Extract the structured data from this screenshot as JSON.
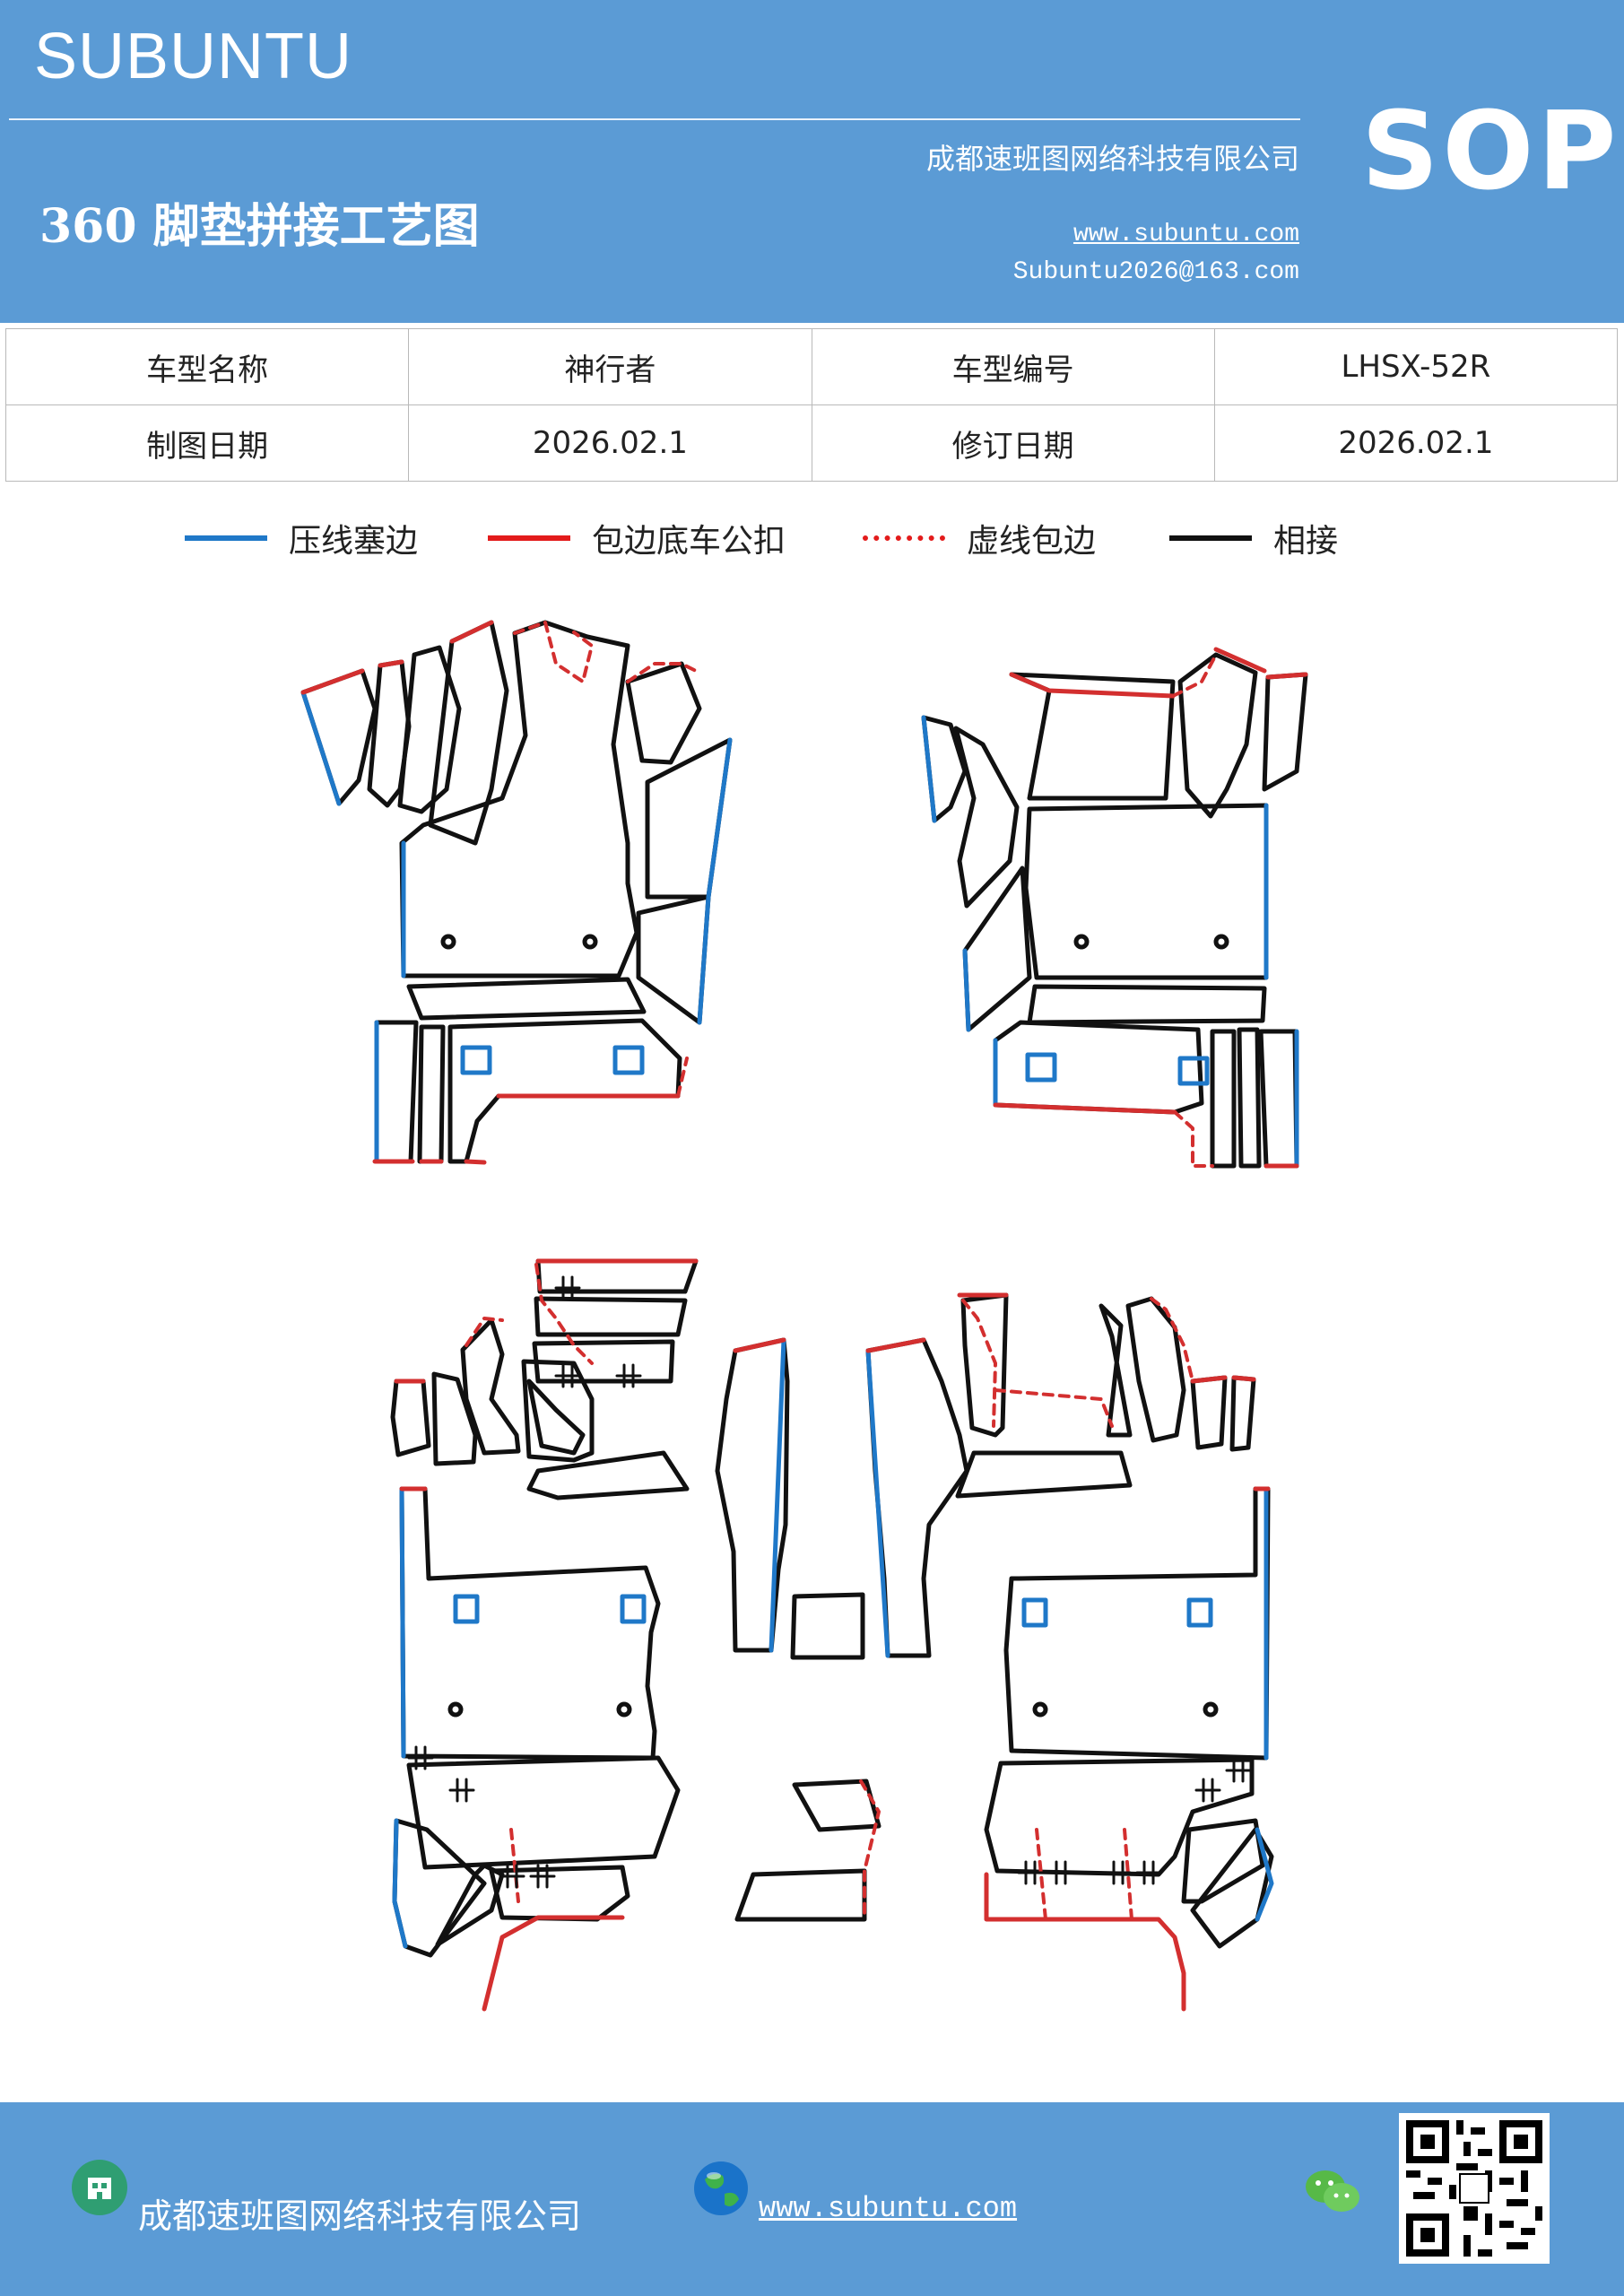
{
  "header": {
    "brand": "SUBUNTU",
    "badge": "SOP",
    "company": "成都速班图网络科技有限公司",
    "title": "360 脚垫拼接工艺图",
    "website": "www.subuntu.com",
    "email": "Subuntu2026@163.com"
  },
  "info_table": {
    "row1": [
      "车型名称",
      "神行者",
      "车型编号",
      "LHSX-52R"
    ],
    "row2": [
      "制图日期",
      "2026.02.1",
      "修订日期",
      "2026.02.1"
    ]
  },
  "legend": [
    {
      "label": "压线塞边",
      "color": "#1f78c8",
      "style": "solid"
    },
    {
      "label": "包边底车公扣",
      "color": "#e31b1b",
      "style": "solid"
    },
    {
      "label": "虚线包边",
      "color": "#e31b1b",
      "style": "dotted"
    },
    {
      "label": "相接",
      "color": "#111111",
      "style": "solid"
    }
  ],
  "colors": {
    "header_bg": "#5b9bd5",
    "press_line": "#1f78c8",
    "edge_red": "#d32f2f",
    "joint": "#111111"
  },
  "footer": {
    "company": "成都速班图网络科技有限公司",
    "website": "www.subuntu.com",
    "icons": [
      "company-icon",
      "globe-icon",
      "wechat-icon",
      "qr-code"
    ]
  }
}
